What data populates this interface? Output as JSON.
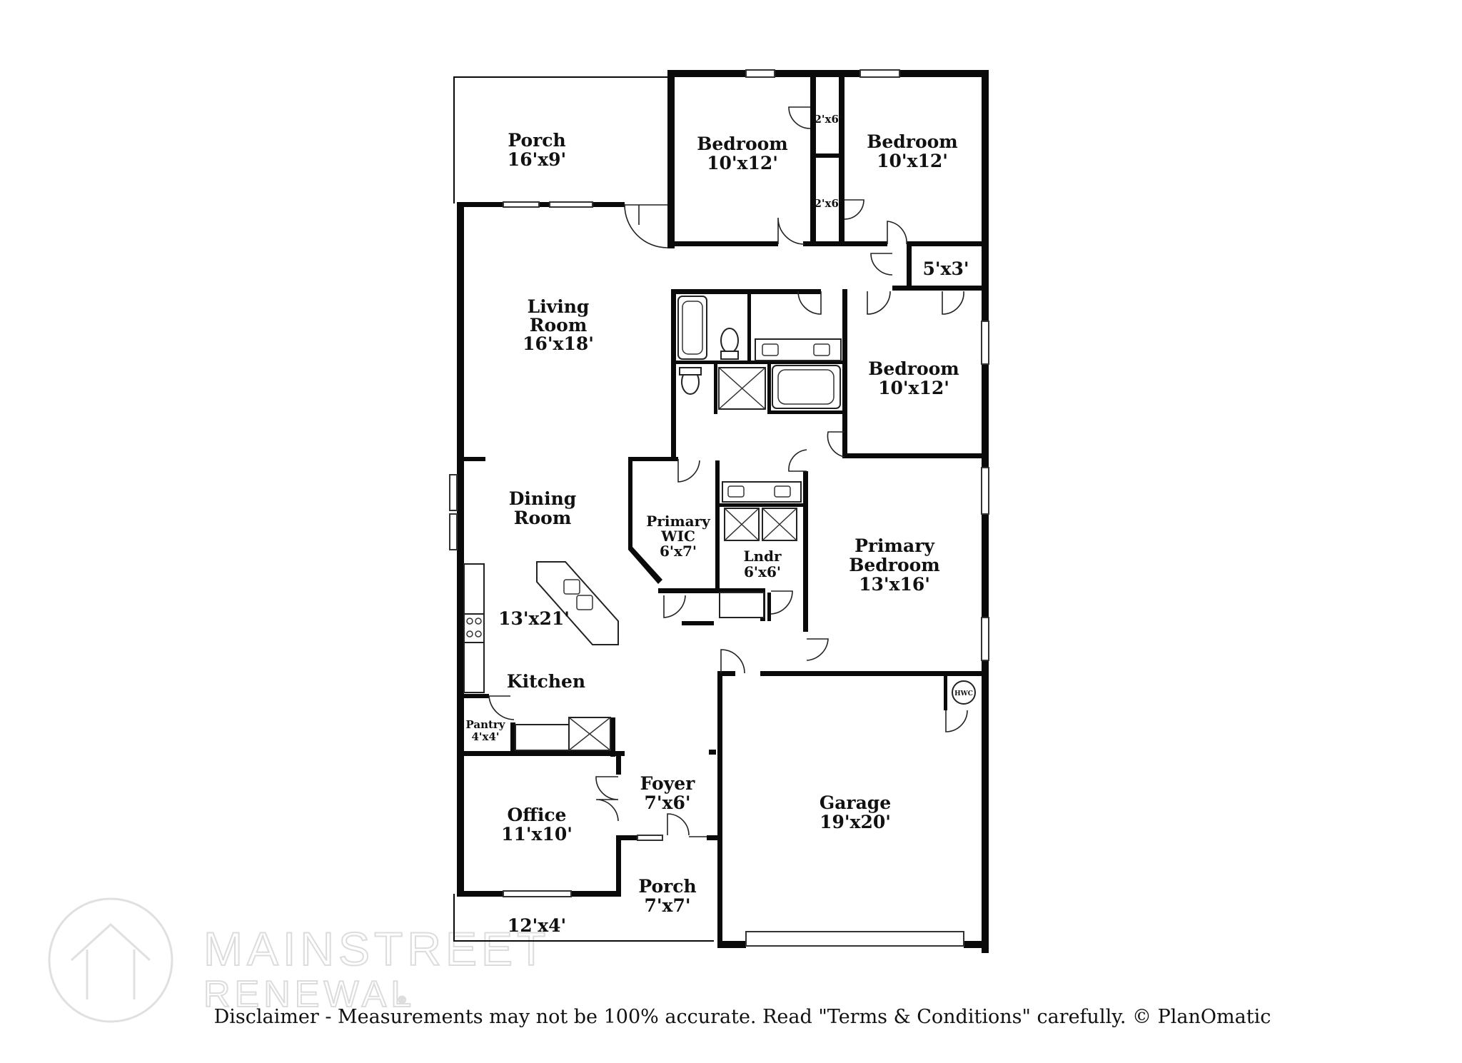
{
  "rooms": [
    {
      "id": "porch-back",
      "name_lines": [
        "Porch"
      ],
      "size": "16'x9'"
    },
    {
      "id": "bedroom-1",
      "name_lines": [
        "Bedroom"
      ],
      "size": "10'x12'"
    },
    {
      "id": "bedroom-2",
      "name_lines": [
        "Bedroom"
      ],
      "size": "10'x12'"
    },
    {
      "id": "closet-1",
      "name_lines": [],
      "size": "2'x6'"
    },
    {
      "id": "closet-2",
      "name_lines": [],
      "size": "2'x6'"
    },
    {
      "id": "closet-3",
      "name_lines": [],
      "size": "5'x3'"
    },
    {
      "id": "living-room",
      "name_lines": [
        "Living",
        "Room"
      ],
      "size": "16'x18'"
    },
    {
      "id": "bedroom-3",
      "name_lines": [
        "Bedroom"
      ],
      "size": "10'x12'"
    },
    {
      "id": "dining-room",
      "name_lines": [
        "Dining",
        "Room"
      ],
      "size": ""
    },
    {
      "id": "dining-kitchen-size",
      "name_lines": [],
      "size": "13'x21'"
    },
    {
      "id": "primary-wic",
      "name_lines": [
        "Primary",
        "WIC"
      ],
      "size": "6'x7'"
    },
    {
      "id": "laundry",
      "name_lines": [
        "Lndr"
      ],
      "size": "6'x6'"
    },
    {
      "id": "primary-bedroom",
      "name_lines": [
        "Primary",
        "Bedroom"
      ],
      "size": "13'x16'"
    },
    {
      "id": "kitchen",
      "name_lines": [
        "Kitchen"
      ],
      "size": ""
    },
    {
      "id": "pantry",
      "name_lines": [
        "Pantry"
      ],
      "size": "4'x4'"
    },
    {
      "id": "foyer",
      "name_lines": [
        "Foyer"
      ],
      "size": "7'x6'"
    },
    {
      "id": "office",
      "name_lines": [
        "Office"
      ],
      "size": "11'x10'"
    },
    {
      "id": "garage",
      "name_lines": [
        "Garage"
      ],
      "size": "19'x20'"
    },
    {
      "id": "porch-front",
      "name_lines": [
        "Porch"
      ],
      "size": "7'x7'"
    },
    {
      "id": "patio",
      "name_lines": [],
      "size": "12'x4'"
    }
  ],
  "fixtures": {
    "water_heater": "HWC"
  },
  "watermark": {
    "line1": "MAINSTREET",
    "line2": "RENEWAL",
    "mark": "®"
  },
  "disclaimer": "Disclaimer - Measurements may not be 100% accurate. Read \"Terms & Conditions\" carefully. © PlanOmatic"
}
